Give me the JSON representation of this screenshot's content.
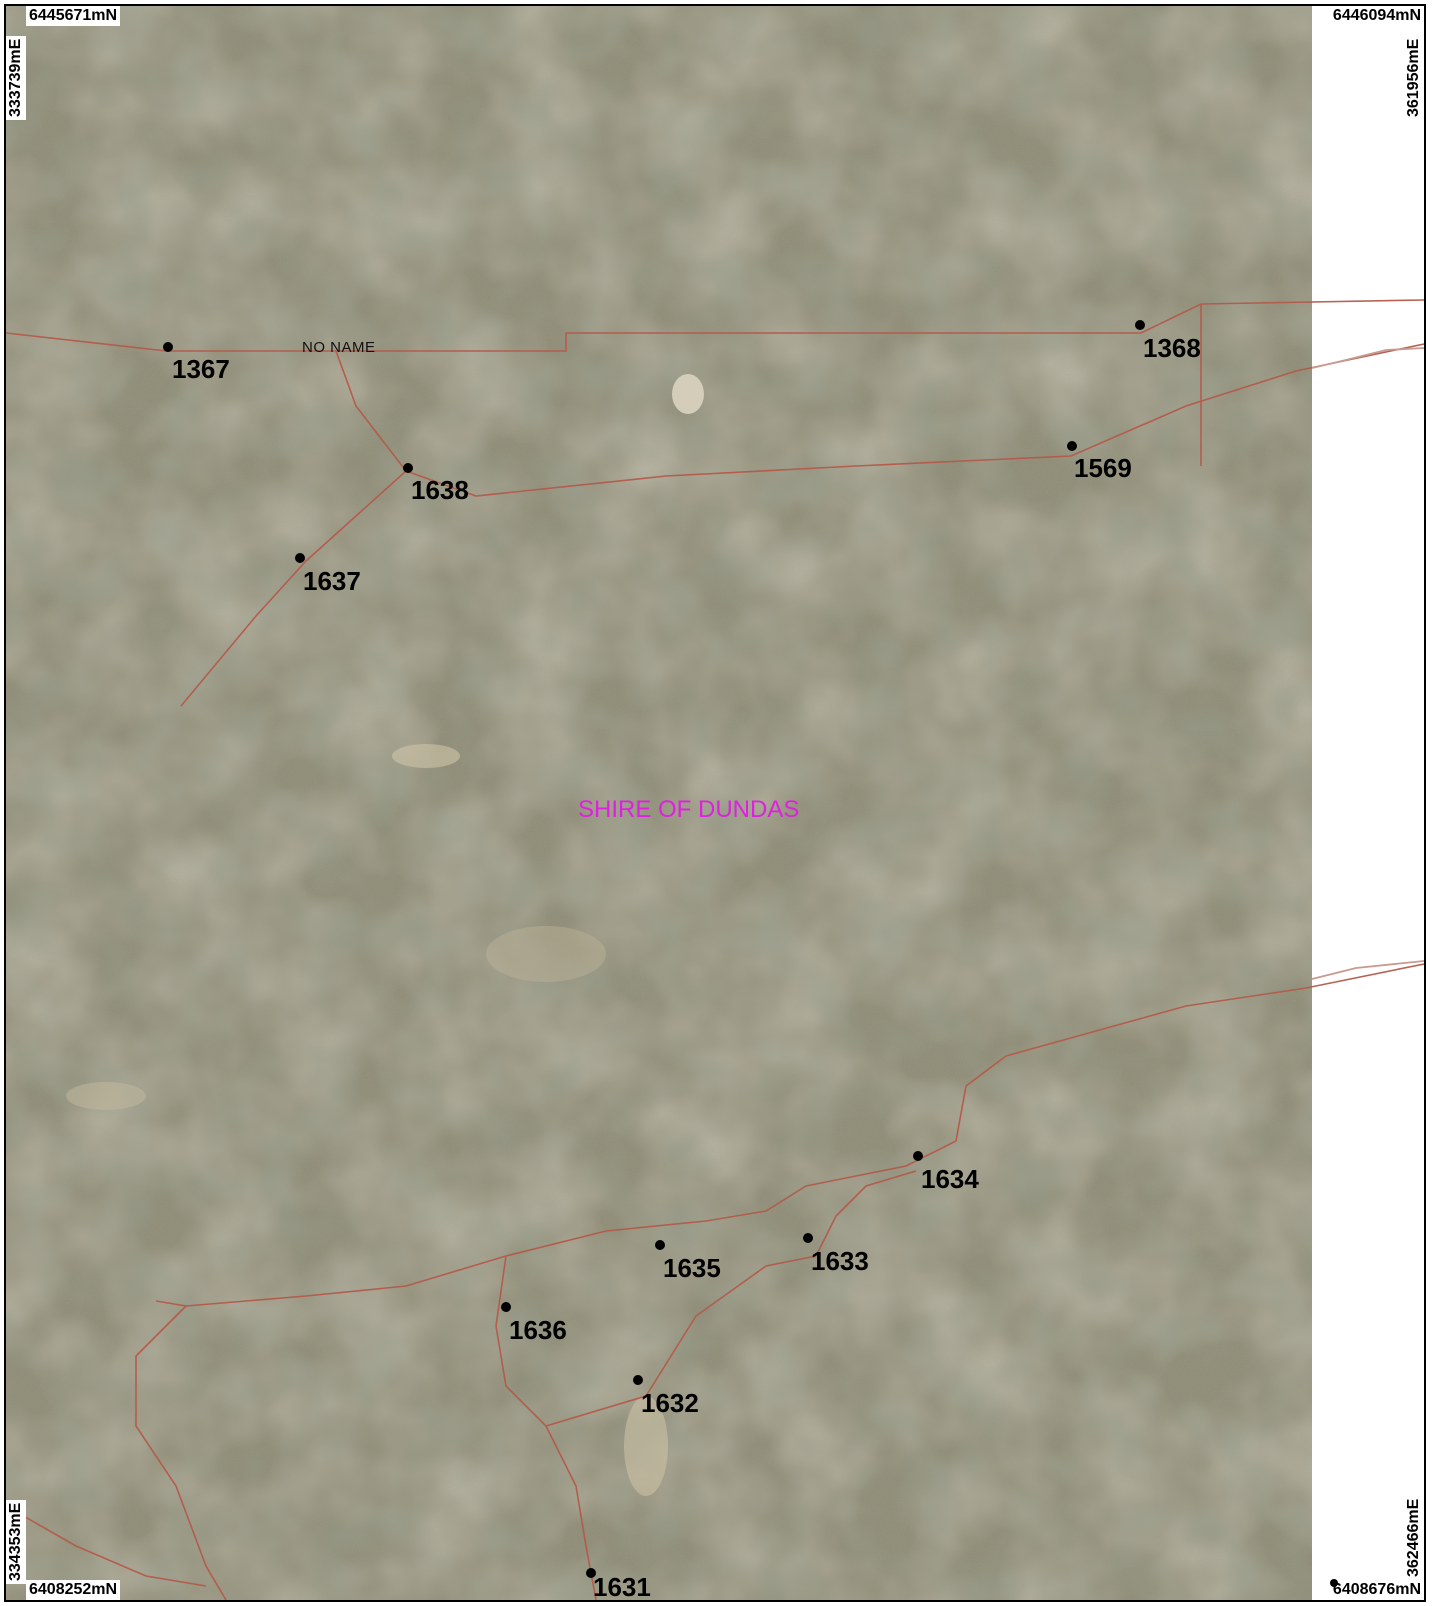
{
  "map": {
    "corner_labels": {
      "top_left_north": "6445671mN",
      "top_right_north": "6446094mN",
      "bottom_left_north": "6408252mN",
      "bottom_right_north": "6408676mN",
      "top_left_east": "333739mE",
      "top_right_east": "361956mE",
      "bottom_left_east": "334353mE",
      "bottom_right_east": "362466mE"
    },
    "road_label": "NO NAME",
    "shire_label": "SHIRE OF DUNDAS",
    "points": [
      "1367",
      "1368",
      "1569",
      "1638",
      "1637",
      "1634",
      "1633",
      "1635",
      "1636",
      "1632",
      "1631"
    ],
    "colors": {
      "imagery": "#8c8a72",
      "road": "#b45a4a",
      "boundary": "#c89a90",
      "shire_text": "#e020e0",
      "point": "#000000"
    }
  }
}
